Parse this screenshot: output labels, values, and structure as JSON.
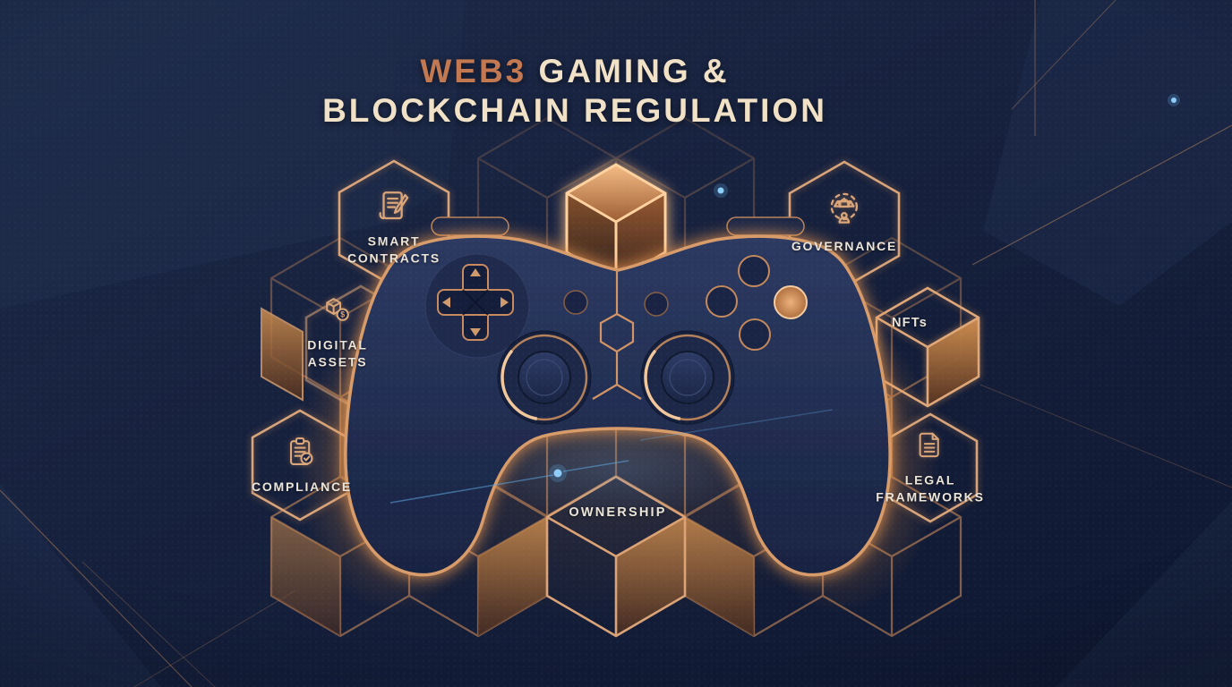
{
  "title": {
    "accent": "WEB3",
    "line1_rest": " GAMING &",
    "line2": "BLOCKCHAIN REGULATION"
  },
  "nodes": [
    {
      "id": "smart-contracts",
      "label": "SMART CONTRACTS",
      "icon": "scroll-and-pen"
    },
    {
      "id": "governance",
      "label": "GOVERNANCE",
      "icon": "balance-scale-person"
    },
    {
      "id": "digital-assets",
      "label": "DIGITAL ASSETS",
      "icon": "cube-with-coin",
      "icon_glyph": "$"
    },
    {
      "id": "nfts",
      "label": "NFTs"
    },
    {
      "id": "compliance",
      "label": "COMPLIANCE",
      "icon": "clipboard-check"
    },
    {
      "id": "legal-frameworks",
      "label": "LEGAL FRAMEWORKS",
      "icon": "document"
    },
    {
      "id": "ownership",
      "label": "OWNERSHIP"
    }
  ],
  "colors": {
    "background": "#141f3a",
    "copper_line": "#c98a5f",
    "copper_bright": "#f2c99e",
    "glow_orange": "#ef9a4e",
    "title_cream": "#f1e1c6",
    "title_accent": "#c27952",
    "label_text": "#ebe4d8",
    "controller_body": "#26325a",
    "blue_accent": "#6fb6ee"
  }
}
